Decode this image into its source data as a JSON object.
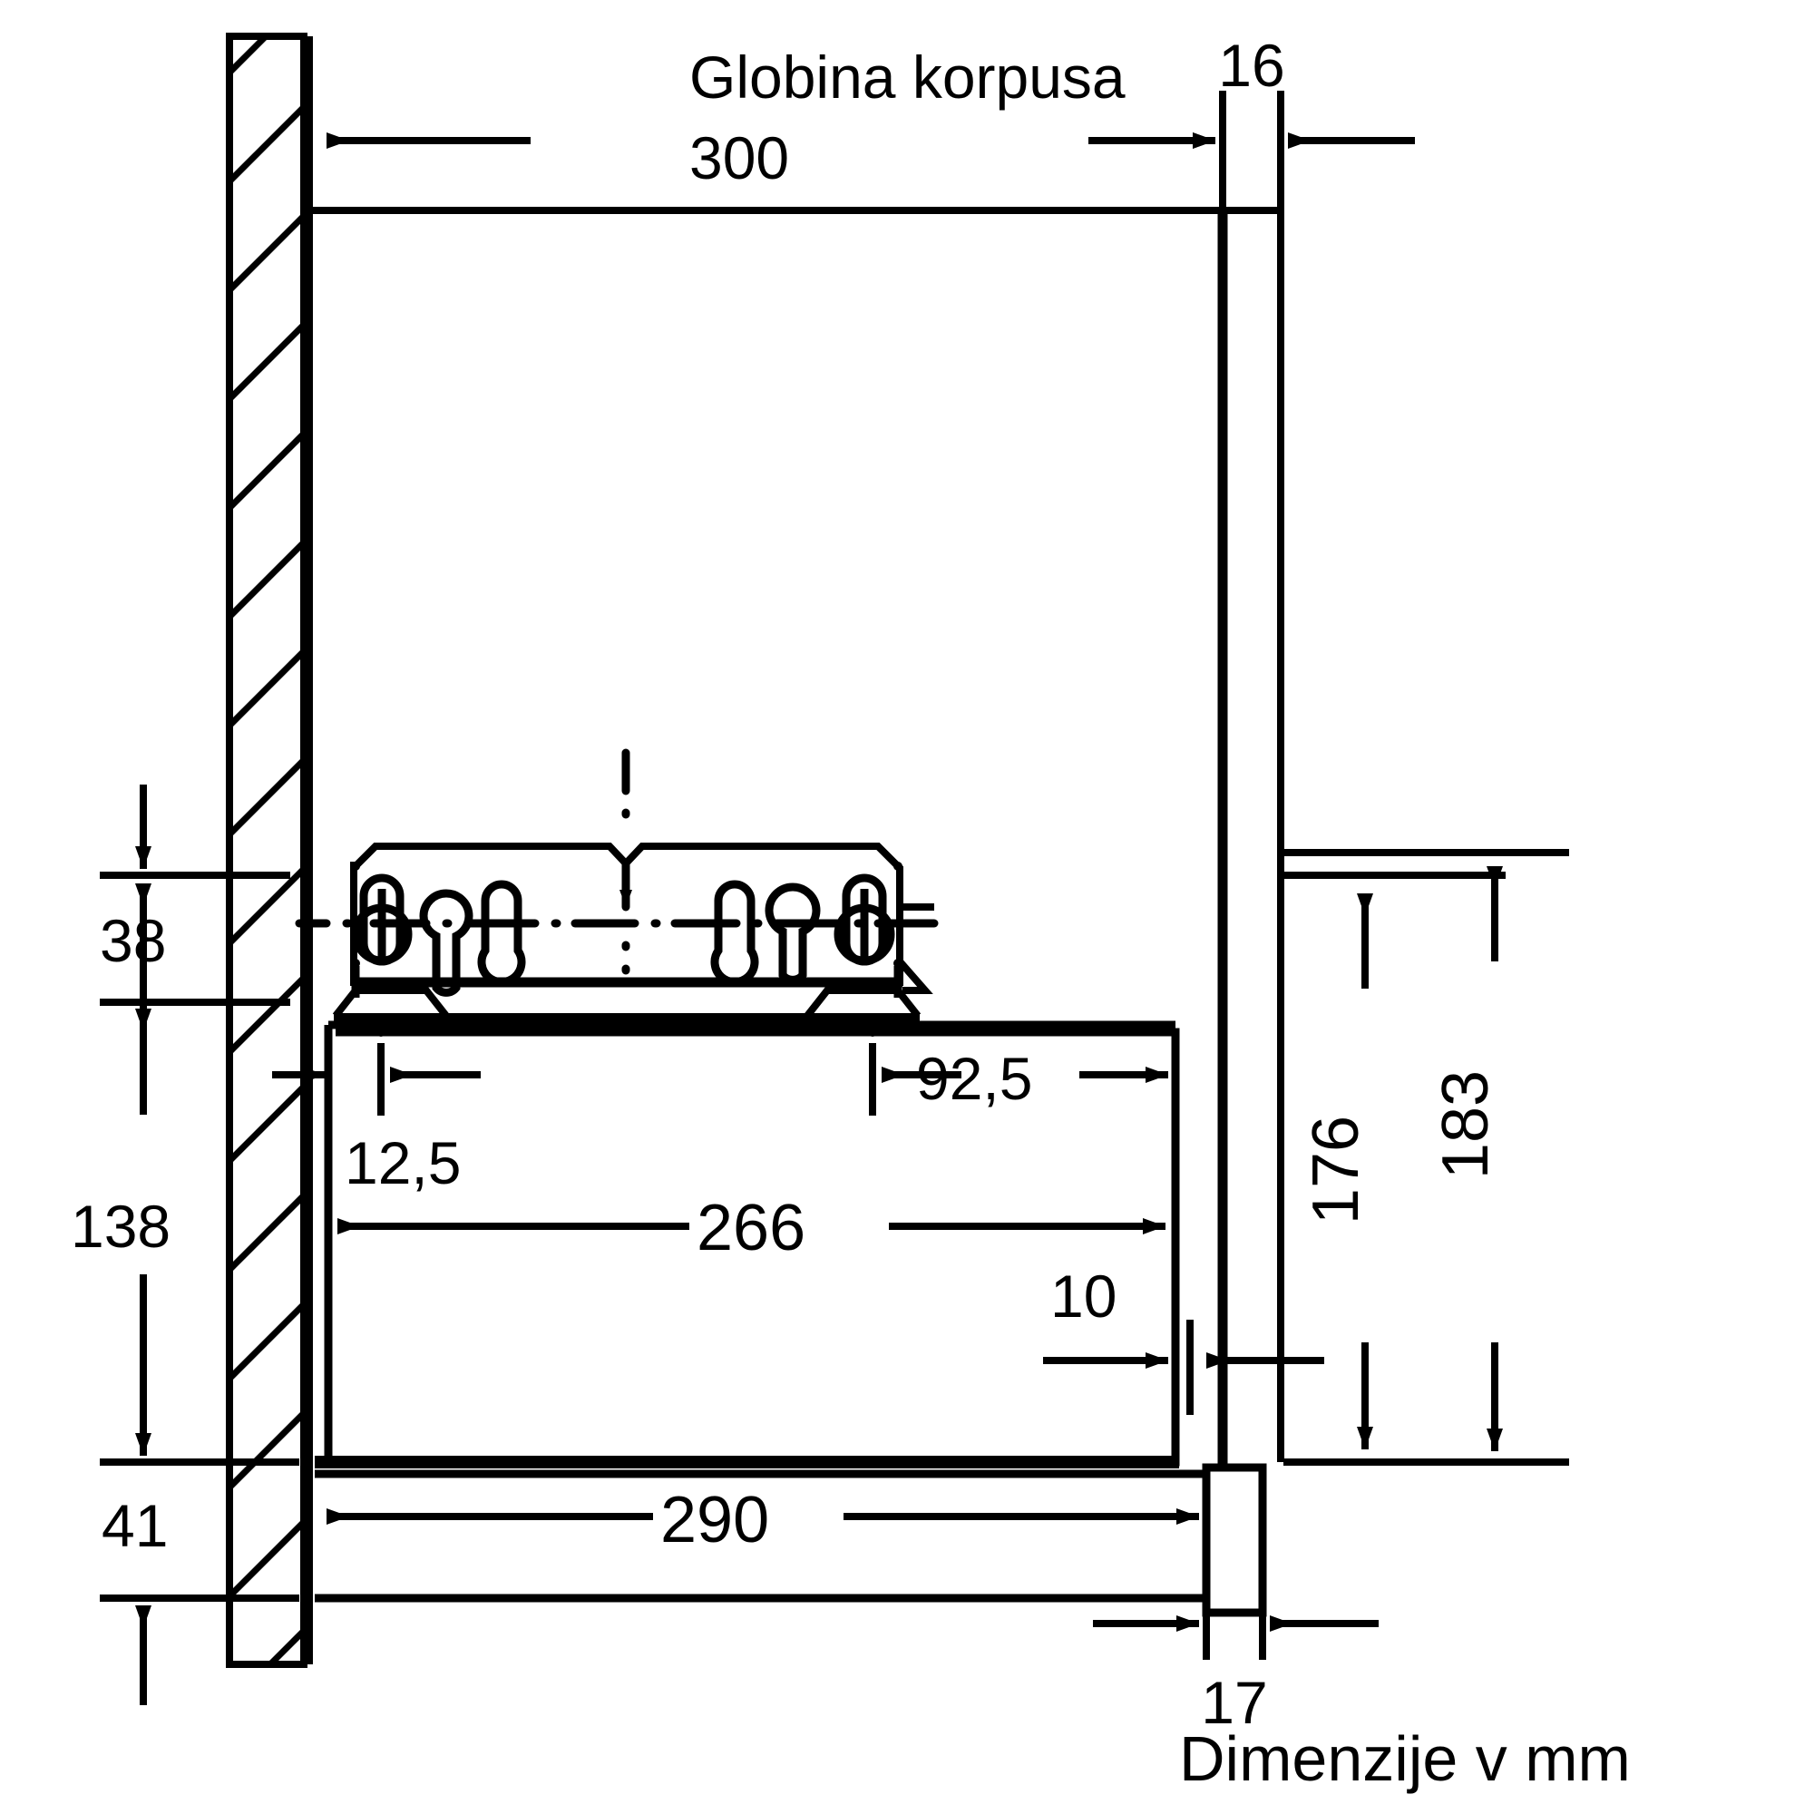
{
  "drawing": {
    "title_label": "Globina korpusa",
    "title_value": "300",
    "caption": "Dimenzije v mm",
    "units": "mm",
    "line_color": "#000000",
    "background_color": "#ffffff"
  },
  "dimensions": {
    "cabinet_depth_label": "Globina korpusa",
    "cabinet_depth": "300",
    "panel_thickness_top": "16",
    "top_offset": "38",
    "wall_to_hood_top": "138",
    "bottom_offset": "41",
    "hood_inset_left": "12,5",
    "hood_offset_right": "92,5",
    "hood_width": "266",
    "hood_edge": "10",
    "front_depth": "290",
    "front_panel_thickness": "17",
    "height_inner": "176",
    "height_outer": "183"
  },
  "labels": {
    "d_300": "300",
    "d_16": "16",
    "d_38": "38",
    "d_138": "138",
    "d_41": "41",
    "d_12_5": "12,5",
    "d_92_5": "92,5",
    "d_266": "266",
    "d_10": "10",
    "d_290": "290",
    "d_17": "17",
    "d_176": "176",
    "d_183": "183",
    "title": "Globina korpusa",
    "caption": "Dimenzije v mm"
  }
}
